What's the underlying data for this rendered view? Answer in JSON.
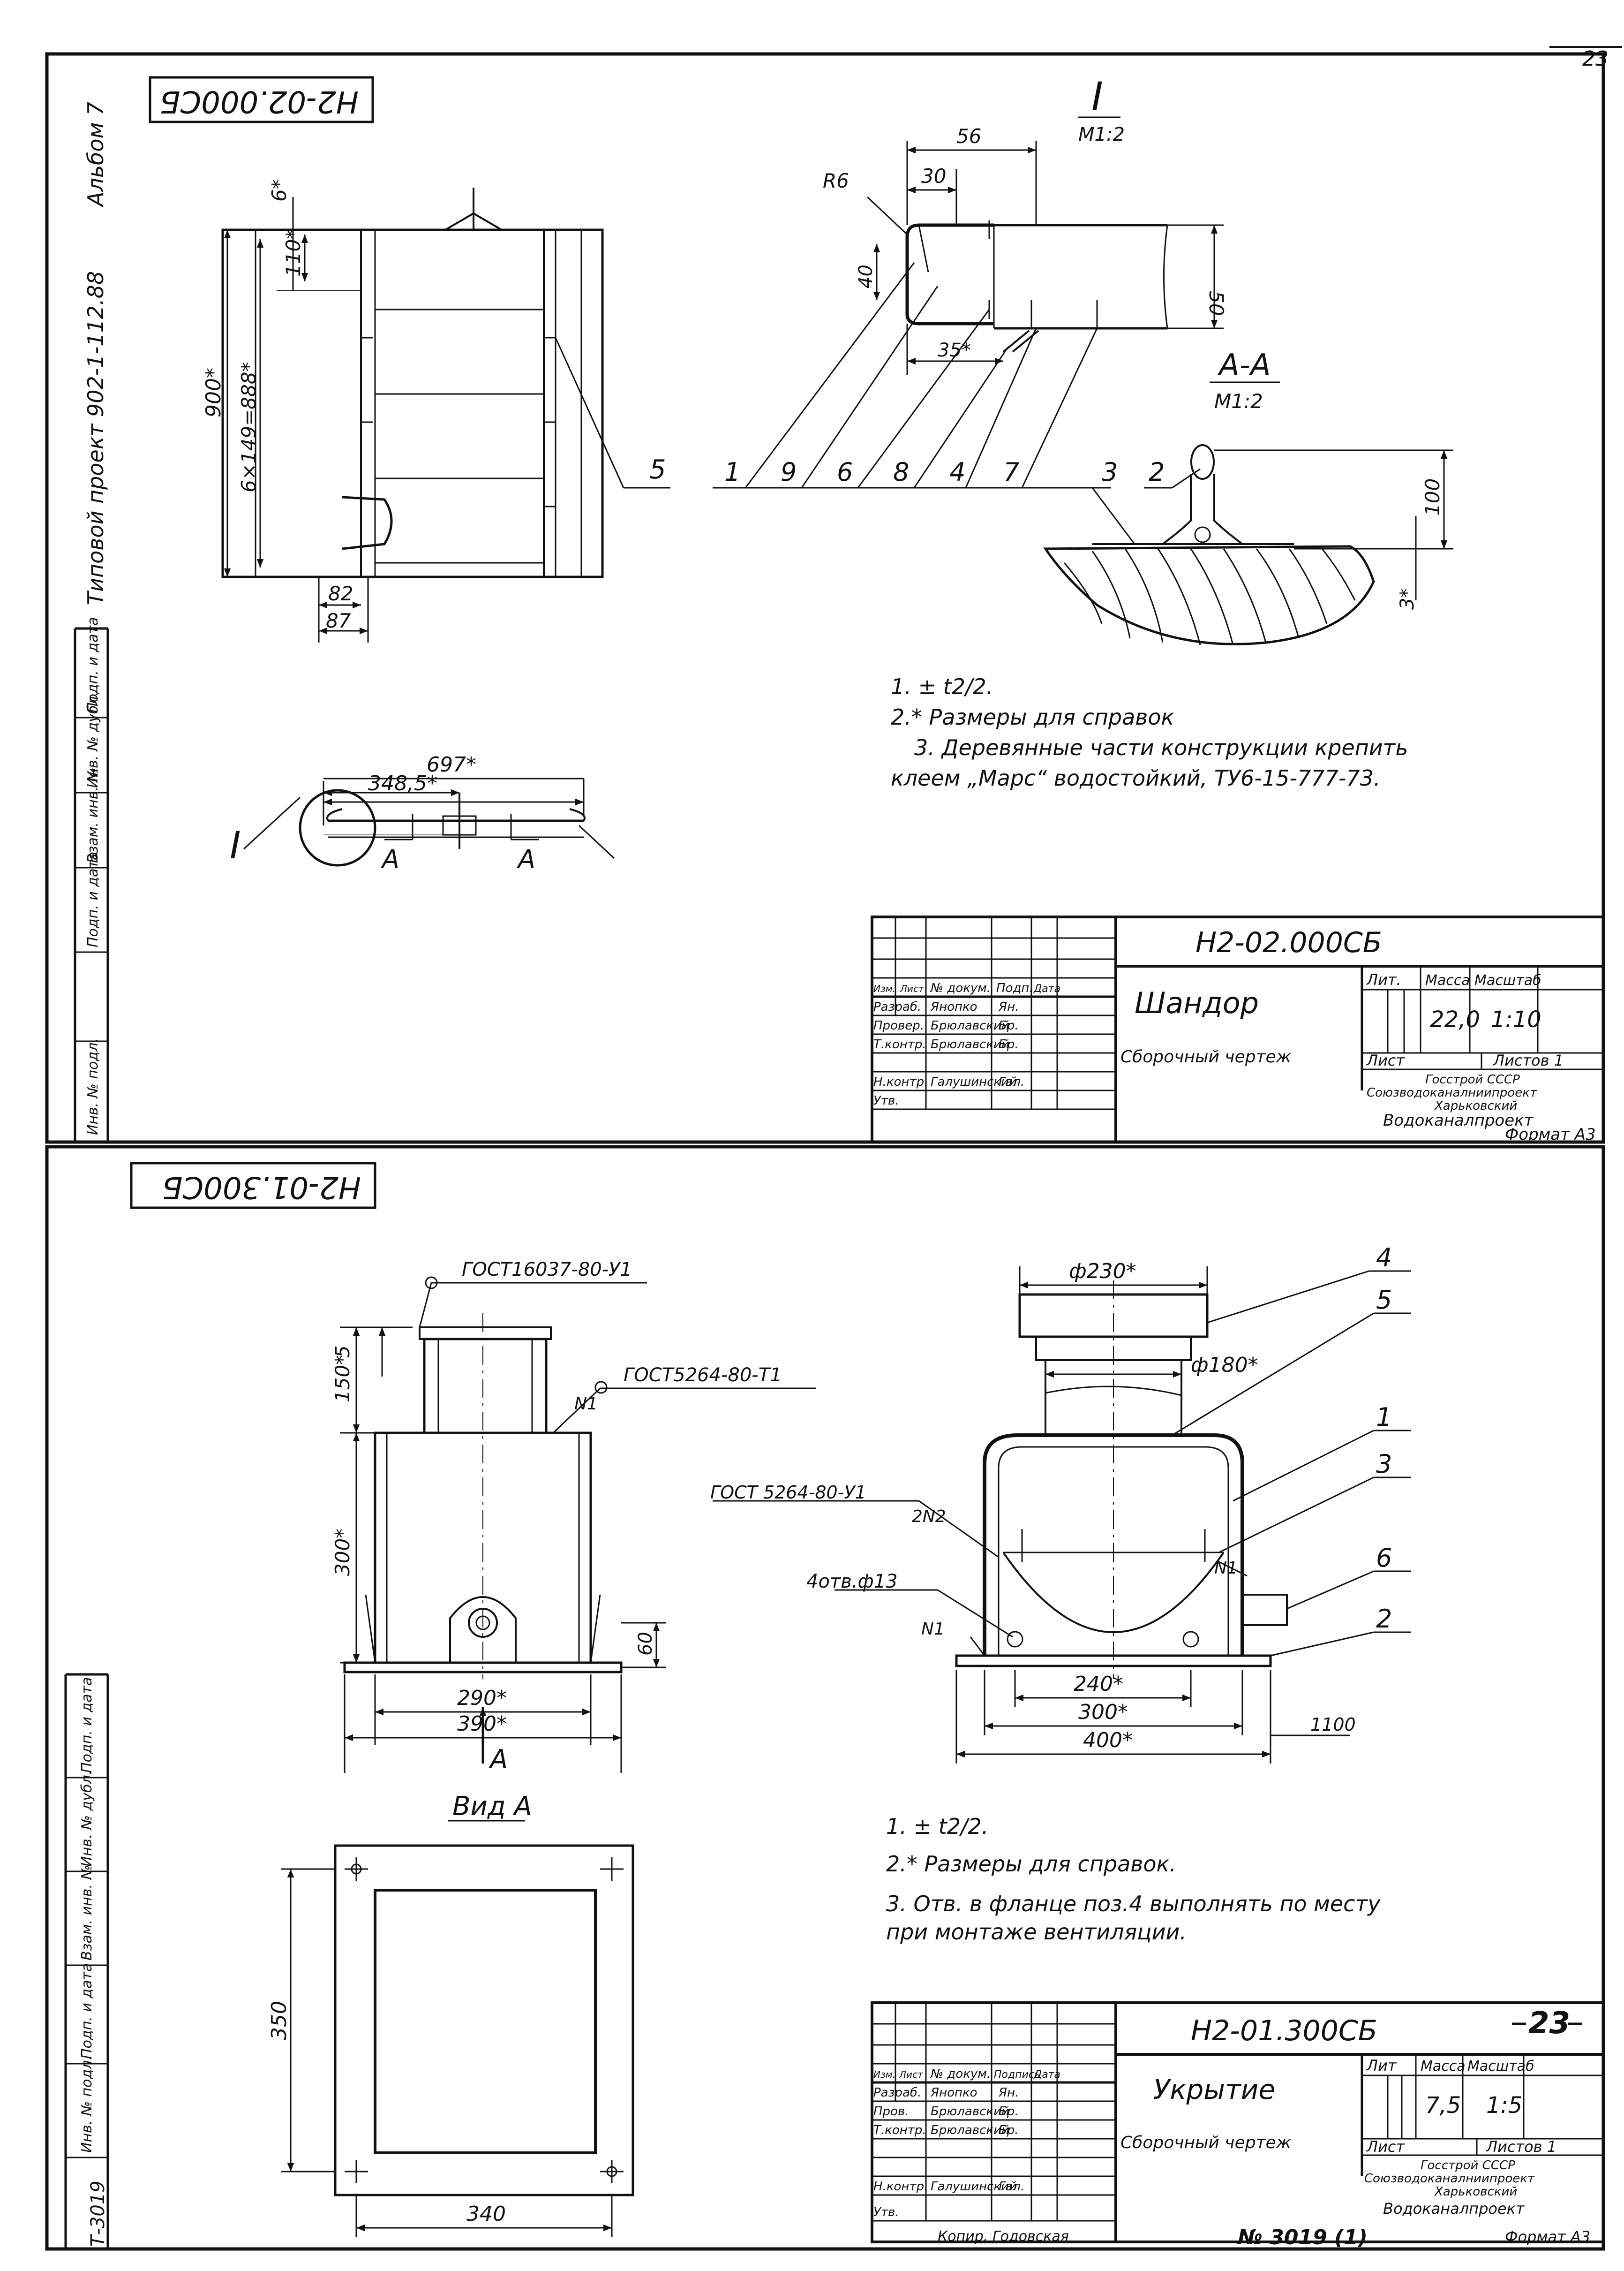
{
  "sheet": {
    "page_number": "23",
    "album_label": "Альбом 7",
    "project_label": "Типовой проект 902-1-112.88",
    "format_label": "Формат А3",
    "bottom_code": "Т-3019",
    "copied_label": "Копир. Годовская",
    "stamp_mark": "№ 3019 (1)",
    "left_strip_labels": [
      "Инв. № подл.",
      "Подп. и дата",
      "Взам. инв. №",
      "Инв. № дубл.",
      "Подп. и дата"
    ],
    "left_strip_labels_lower": [
      "Инв. № подл.",
      "Подп. и дата",
      "Взам. инв. №",
      "Инв. № дубл.",
      "Подп. и дата"
    ]
  },
  "top": {
    "code_box": "Н2-02.000СБ",
    "view_I_title": "I",
    "view_I_scale": "М1:2",
    "section_AA_title": "А-А",
    "section_AA_scale": "М1:2",
    "dims": {
      "d900": "900*",
      "d6x149": "6×149=888*",
      "d6": "6*",
      "d110": "110*",
      "d82": "82",
      "d87": "87",
      "d697": "697*",
      "d348": "348,5*",
      "d56": "56",
      "d30": "30",
      "dR6": "R6",
      "d40": "40",
      "d35": "35*",
      "d50": "50",
      "d100": "100",
      "d3": "3*",
      "view_marker": "I",
      "arrowA1": "A",
      "arrowA2": "A"
    },
    "callouts": [
      "5",
      "1",
      "9",
      "6",
      "8",
      "4",
      "7",
      "3",
      "2"
    ],
    "notes": [
      "1. ± t2/2.",
      "2.* Размеры для справок",
      "3. Деревянные части конструкции крепить",
      "клеем „Марс“ водостойкий, ТУ6-15-777-73."
    ],
    "title_block": {
      "designation": "Н2-02.000СБ",
      "name": "Шандор",
      "subtitle": "Сборочный чертеж",
      "lit_header": "Лит.",
      "mass_header": "Масса",
      "scale_header": "Масштаб",
      "mass": "22,0",
      "scale": "1:10",
      "sheet_label": "Лист",
      "sheets_label": "Листов 1",
      "org": [
        "Госстрой СССР",
        "Союзводоканалниипроект",
        "Харьковский",
        "Водоканалпроект"
      ],
      "col_headers": [
        "Изм.",
        "Лист",
        "№ докум.",
        "Подп.",
        "Дата"
      ],
      "rows": [
        {
          "role": "Разраб.",
          "name": "Янопко",
          "sign": "Ян."
        },
        {
          "role": "Провер.",
          "name": "Брюлавский",
          "sign": "Бр."
        },
        {
          "role": "Т.контр.",
          "name": "Брюлавский",
          "sign": "Бр."
        },
        {
          "role": "Н.контр.",
          "name": "Галушинский",
          "sign": "Гал."
        },
        {
          "role": "Утв.",
          "name": "",
          "sign": ""
        }
      ]
    }
  },
  "bottom": {
    "code_box": "Н2-01.300СБ",
    "dims": {
      "gost1": "ГОСТ16037-80-У1",
      "gost2": "ГОСТ5264-80-Т1",
      "gost3": "ГОСТ 5264-80-У1",
      "n1a": "N1",
      "n2": "2N2",
      "n1b": "N1",
      "n1c": "N1",
      "d5": "5",
      "d150": "150*",
      "d300": "300*",
      "d60": "60",
      "d290": "290*",
      "d390": "390*",
      "arrowA": "A",
      "view_A": "Вид А",
      "d350": "350",
      "d340": "340",
      "d230": "ф230*",
      "d180": "ф180*",
      "holes": "4отв.ф13",
      "d240": "240*",
      "d300b": "300*",
      "d400": "400*",
      "d1100": "1100"
    },
    "callouts": [
      "4",
      "5",
      "1",
      "3",
      "6",
      "2"
    ],
    "notes": [
      "1. ± t2/2.",
      "2.* Размеры для справок.",
      "3. Отв. в фланце поз.4 выполнять по месту",
      "при монтаже вентиляции."
    ],
    "title_block": {
      "designation": "Н2-01.300СБ",
      "sheet_no": "23",
      "name": "Укрытие",
      "subtitle": "Сборочный чертеж",
      "lit_header": "Лит",
      "mass_header": "Масса",
      "scale_header": "Масштаб",
      "mass": "7,5",
      "scale": "1:5",
      "sheet_label": "Лист",
      "sheets_label": "Листов 1",
      "org": [
        "Госстрой СССР",
        "Союзводоканалниипроект",
        "Харьковский",
        "Водоканалпроект"
      ],
      "col_headers": [
        "Изм.",
        "Лист",
        "№ докум.",
        "Подпись",
        "Дата"
      ],
      "rows": [
        {
          "role": "Разраб.",
          "name": "Янопко",
          "sign": "Ян."
        },
        {
          "role": "Пров.",
          "name": "Брюлавский",
          "sign": "Бр."
        },
        {
          "role": "Т.контр.",
          "name": "Брюлавский",
          "sign": "Бр."
        },
        {
          "role": "Н.контр.",
          "name": "Галушинский",
          "sign": "Гал."
        },
        {
          "role": "Утв.",
          "name": "",
          "sign": ""
        }
      ]
    }
  }
}
